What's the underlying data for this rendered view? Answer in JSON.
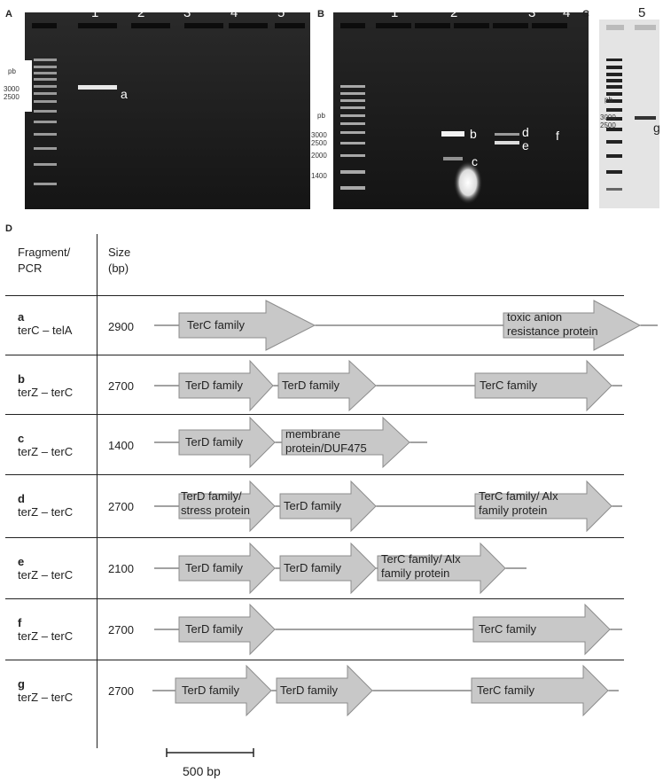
{
  "panels": {
    "A": {
      "letter": "A",
      "lanes": [
        "1",
        "2",
        "3",
        "4",
        "5"
      ],
      "marker_unit": "pb",
      "marker_labels": [
        "3000",
        "2500"
      ],
      "band_labels": [
        "a"
      ]
    },
    "B": {
      "letter": "B",
      "lanes": [
        "1",
        "2",
        "3",
        "4"
      ],
      "marker_unit": "pb",
      "marker_labels": [
        "3000",
        "2500",
        "2000",
        "1400"
      ],
      "band_labels": [
        "b",
        "c",
        "d",
        "e",
        "f"
      ]
    },
    "C": {
      "letter": "C",
      "lanes": [
        "5"
      ],
      "marker_unit": "pb",
      "marker_labels": [
        "3000",
        "2500"
      ],
      "band_labels": [
        "g"
      ]
    },
    "D": {
      "letter": "D"
    }
  },
  "table": {
    "header_fragment": "Fragment/\nPCR",
    "header_size": "Size\n(bp)",
    "rows": [
      {
        "letter": "a",
        "pcr": "terC – telA",
        "size": "2900",
        "genes": [
          "TerC family",
          "toxic anion\nresistance protein"
        ]
      },
      {
        "letter": "b",
        "pcr": "terZ – terC",
        "size": "2700",
        "genes": [
          "TerD family",
          "TerD family",
          "TerC family"
        ]
      },
      {
        "letter": "c",
        "pcr": "terZ – terC",
        "size": "1400",
        "genes": [
          "TerD family",
          "membrane\nprotein/DUF475"
        ]
      },
      {
        "letter": "d",
        "pcr": "terZ – terC",
        "size": "2700",
        "genes": [
          "TerD family/\nstress protein",
          "TerD family",
          "TerC family/ Alx\nfamily protein"
        ]
      },
      {
        "letter": "e",
        "pcr": "terZ – terC",
        "size": "2100",
        "genes": [
          "TerD family",
          "TerD family",
          "TerC family/ Alx\nfamily protein"
        ]
      },
      {
        "letter": "f",
        "pcr": "terZ – terC",
        "size": "2700",
        "genes": [
          "TerD family",
          "TerC family"
        ]
      },
      {
        "letter": "g",
        "pcr": "terZ – terC",
        "size": "2700",
        "genes": [
          "TerD family",
          "TerD family",
          "TerC family"
        ]
      }
    ]
  },
  "scale_bar": {
    "label": "500 bp"
  },
  "colors": {
    "arrow_fill": "#c8c8c8",
    "arrow_stroke": "#8c8c8c",
    "gel_dark": "#1b1b1b",
    "gel_light": "#e6e6e6"
  }
}
